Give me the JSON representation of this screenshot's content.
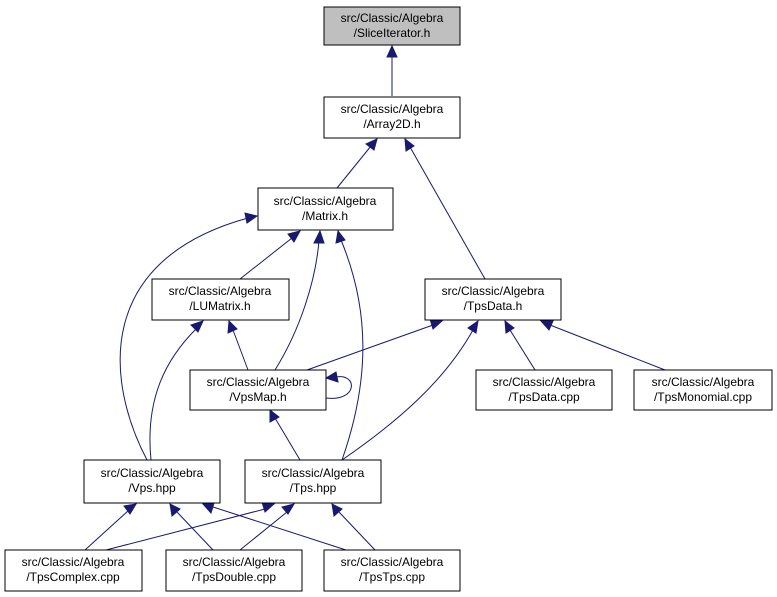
{
  "nodes": {
    "slice_iterator": {
      "line1": "src/Classic/Algebra",
      "line2": "/SliceIterator.h"
    },
    "array2d": {
      "line1": "src/Classic/Algebra",
      "line2": "/Array2D.h"
    },
    "matrix": {
      "line1": "src/Classic/Algebra",
      "line2": "/Matrix.h"
    },
    "lumatrix": {
      "line1": "src/Classic/Algebra",
      "line2": "/LUMatrix.h"
    },
    "tpsdata_h": {
      "line1": "src/Classic/Algebra",
      "line2": "/TpsData.h"
    },
    "vpsmap": {
      "line1": "src/Classic/Algebra",
      "line2": "/VpsMap.h"
    },
    "tpsdata_cpp": {
      "line1": "src/Classic/Algebra",
      "line2": "/TpsData.cpp"
    },
    "tpsmonomial": {
      "line1": "src/Classic/Algebra",
      "line2": "/TpsMonomial.cpp"
    },
    "vps": {
      "line1": "src/Classic/Algebra",
      "line2": "/Vps.hpp"
    },
    "tps": {
      "line1": "src/Classic/Algebra",
      "line2": "/Tps.hpp"
    },
    "tpscomplex": {
      "line1": "src/Classic/Algebra",
      "line2": "/TpsComplex.cpp"
    },
    "tpsdouble": {
      "line1": "src/Classic/Algebra",
      "line2": "/TpsDouble.cpp"
    },
    "tpstps": {
      "line1": "src/Classic/Algebra",
      "line2": "/TpsTps.cpp"
    }
  },
  "edges": [
    {
      "from": "array2d",
      "to": "slice_iterator"
    },
    {
      "from": "matrix",
      "to": "array2d"
    },
    {
      "from": "tpsdata_h",
      "to": "array2d"
    },
    {
      "from": "lumatrix",
      "to": "matrix"
    },
    {
      "from": "vpsmap",
      "to": "matrix"
    },
    {
      "from": "vps",
      "to": "matrix"
    },
    {
      "from": "tps",
      "to": "matrix"
    },
    {
      "from": "vpsmap",
      "to": "lumatrix"
    },
    {
      "from": "vps",
      "to": "lumatrix"
    },
    {
      "from": "vpsmap",
      "to": "tpsdata_h"
    },
    {
      "from": "tps",
      "to": "tpsdata_h"
    },
    {
      "from": "tpsdata_cpp",
      "to": "tpsdata_h"
    },
    {
      "from": "tpsmonomial",
      "to": "tpsdata_h"
    },
    {
      "from": "vpsmap",
      "to": "vpsmap"
    },
    {
      "from": "tps",
      "to": "vpsmap"
    },
    {
      "from": "tpscomplex",
      "to": "vps"
    },
    {
      "from": "tpsdouble",
      "to": "vps"
    },
    {
      "from": "tpstps",
      "to": "vps"
    },
    {
      "from": "tpscomplex",
      "to": "tps"
    },
    {
      "from": "tpsdouble",
      "to": "tps"
    },
    {
      "from": "tpstps",
      "to": "tps"
    }
  ],
  "colors": {
    "edge": "#191970",
    "root_fill": "#bfbfbf",
    "node_fill": "#ffffff",
    "node_border": "#000000"
  }
}
